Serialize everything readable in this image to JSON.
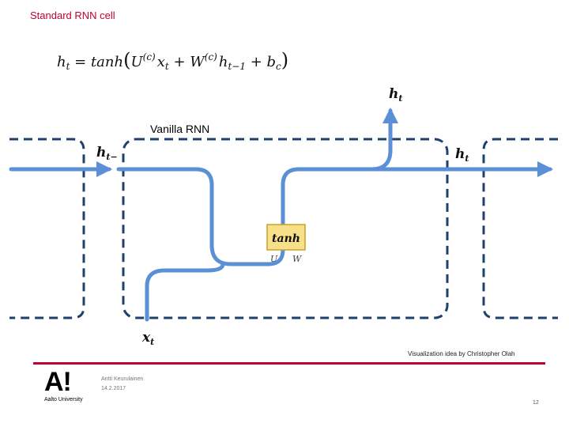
{
  "slide_title": "Standard RNN cell",
  "equation": {
    "lhs": "h",
    "lhs_sub": "t",
    "eq": " = ",
    "tanh": "tanh",
    "U": "U",
    "U_sup": "(c)",
    "x": "x",
    "x_sub": "t",
    "plus1": " + ",
    "W": "W",
    "W_sup": "(c)",
    "h_prev": "h",
    "h_prev_sub": "t−1",
    "plus2": " + ",
    "b": "b",
    "b_sub": "c"
  },
  "diagram": {
    "caption": "Vanilla RNN",
    "h_top": "h",
    "h_top_sub": "t",
    "h_right": "h",
    "h_right_sub": "t",
    "h_left": "h",
    "h_left_sub": "t−",
    "x_bottom": "x",
    "x_bottom_sub": "t",
    "gate_label": "tanh",
    "gate_u": "U",
    "gate_w": "W"
  },
  "colors": {
    "arrow": "#5b8fd6",
    "cell_border": "#1f3f6e",
    "gate_fill": "#f6e18a",
    "gate_border": "#c9a227",
    "accent": "#c00030"
  },
  "footer": {
    "credit": "Visualization idea by Christopher Olah",
    "author": "Antti Keurulainen",
    "date": "14.2.2017",
    "page": "12",
    "logo_mark": "A!",
    "logo_text": "Aalto University"
  }
}
